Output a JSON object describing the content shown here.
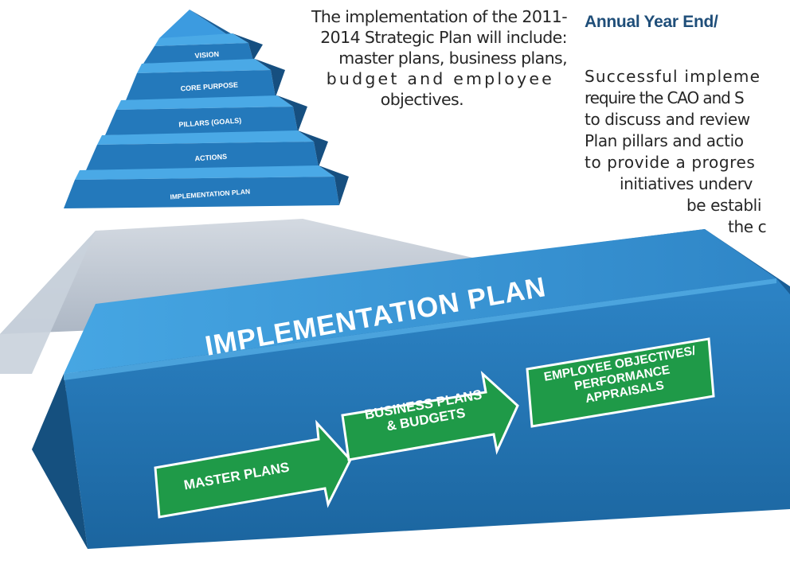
{
  "intro_text": "The implementation of the 2011-2014 Strategic Plan will include: master plans, business plans, budget and employee objectives.",
  "intro_lines": [
    "The implementation of the 2011-",
    "2014 Strategic Plan will include:",
    "master plans, business plans,",
    "budget and employee",
    "objectives."
  ],
  "side_heading": "Annual Year End/",
  "side_lines": [
    "Successful impleme",
    "require the CAO and S",
    "to discuss and review",
    "Plan pillars and actio",
    "to provide a progres",
    "initiatives underv",
    "be establi",
    "the c"
  ],
  "pyramid": {
    "levels": [
      "VISION",
      "CORE PURPOSE",
      "PILLARS (GOALS)",
      "ACTIONS",
      "IMPLEMENTATION PLAN"
    ]
  },
  "base": {
    "title": "IMPLEMENTATION PLAN",
    "arrows": [
      {
        "lines": [
          "MASTER PLANS"
        ]
      },
      {
        "lines": [
          "BUSINESS PLANS",
          "& BUDGETS"
        ]
      }
    ],
    "final_box": {
      "lines": [
        "EMPLOYEE OBJECTIVES/",
        "PERFORMANCE",
        "APPRAISALS"
      ]
    }
  },
  "colors": {
    "blue_light": "#3a9ad9",
    "blue_mid": "#2a7fc0",
    "blue_dark": "#1a5f97",
    "blue_darker": "#134b7a",
    "green": "#1f9a48",
    "green_dark": "#157a36",
    "beam": "#b9c2cf"
  }
}
